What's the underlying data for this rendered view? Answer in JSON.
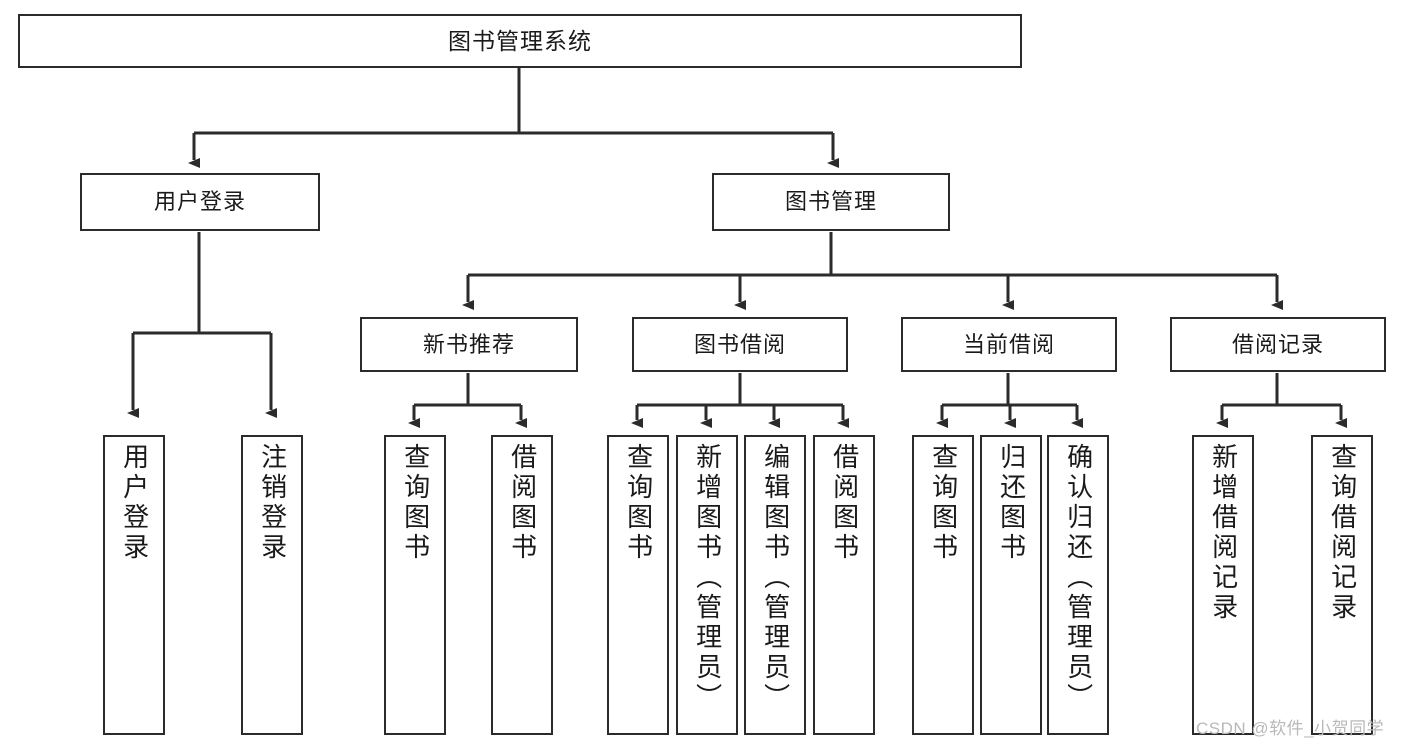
{
  "diagram": {
    "type": "tree-hierarchy",
    "title": "图书管理系统",
    "orientation": "top-down",
    "colors": {
      "box_border": "#2b2b2b",
      "box_fill": "#ffffff",
      "connector": "#2b2b2b",
      "text": "#1a1a1a",
      "watermark": "#b9b9b9",
      "page_background": "#ffffff"
    }
  },
  "root": {
    "label": "图书管理系统"
  },
  "level1": [
    {
      "label": "用户登录"
    },
    {
      "label": "图书管理"
    }
  ],
  "level2": [
    {
      "label": "新书推荐"
    },
    {
      "label": "图书借阅"
    },
    {
      "label": "当前借阅"
    },
    {
      "label": "借阅记录"
    }
  ],
  "leaves": {
    "user_login": [
      {
        "label": "用户登录"
      },
      {
        "label": "注销登录"
      }
    ],
    "new_book_recommend": [
      {
        "label": "查询图书"
      },
      {
        "label": "借阅图书"
      }
    ],
    "book_borrow": [
      {
        "label": "查询图书"
      },
      {
        "label": "新增图书（管理员）"
      },
      {
        "label": "编辑图书（管理员）"
      },
      {
        "label": "借阅图书"
      }
    ],
    "current_borrow": [
      {
        "label": "查询图书"
      },
      {
        "label": "归还图书"
      },
      {
        "label": "确认归还（管理员）"
      }
    ],
    "borrow_record": [
      {
        "label": "新增借阅记录"
      },
      {
        "label": "查询借阅记录"
      }
    ]
  },
  "watermark": {
    "text": "CSDN @软件_小贺同学"
  }
}
